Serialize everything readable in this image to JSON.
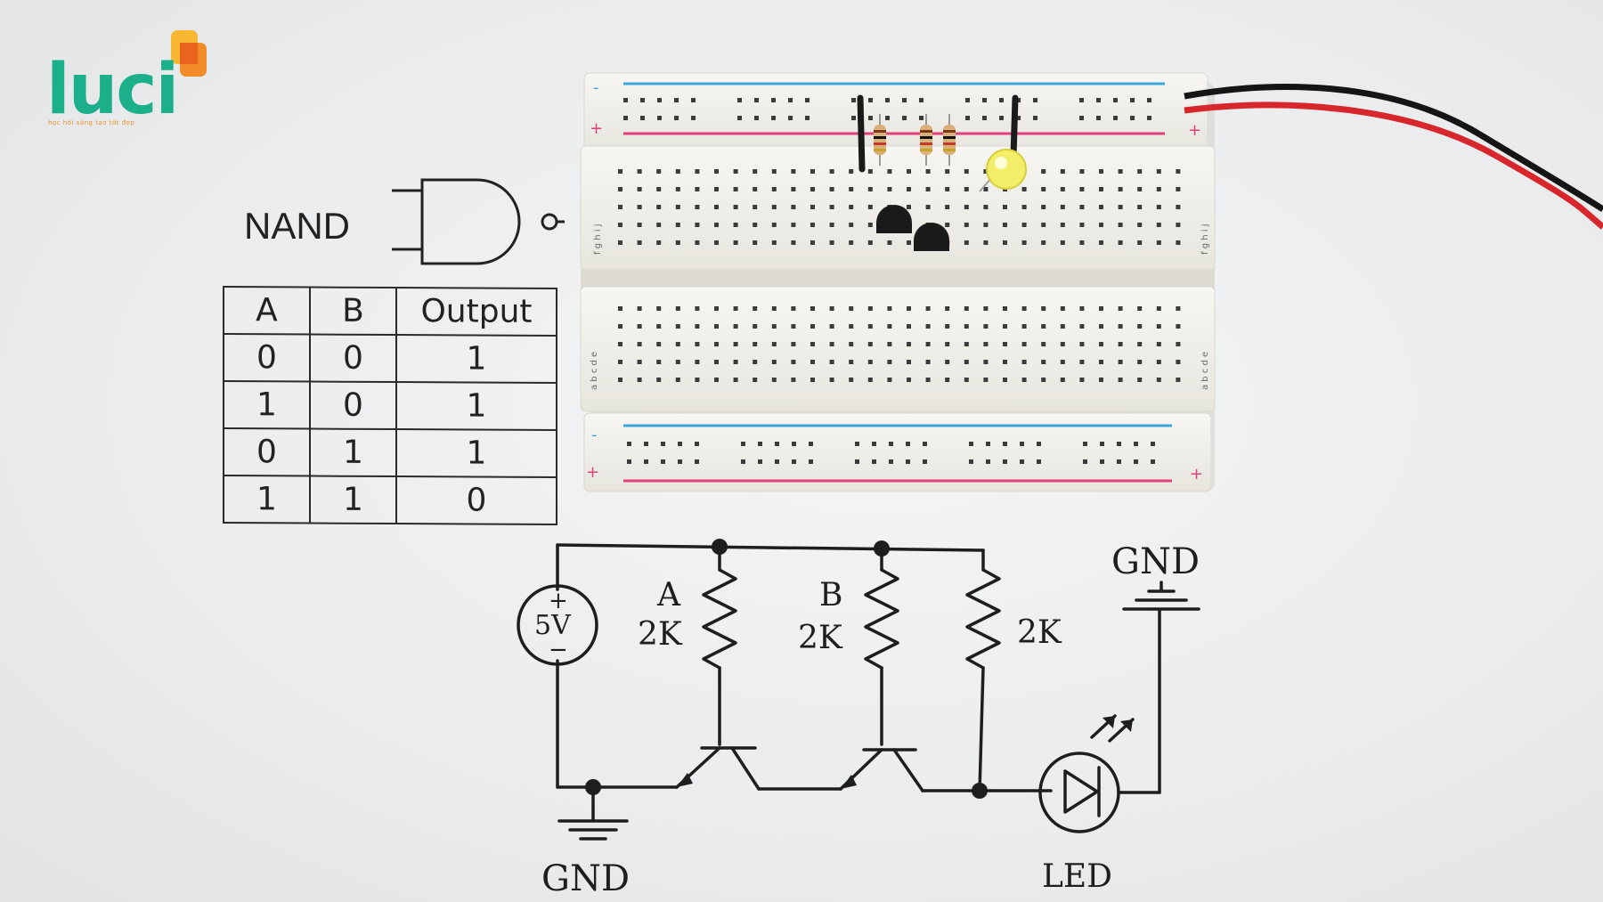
{
  "logo": {
    "text": "luci",
    "tagline": "học hỏi sáng tạo tốt đẹp"
  },
  "gate": {
    "label": "NAND"
  },
  "truth_table": {
    "headers": [
      "A",
      "B",
      "Output"
    ],
    "rows": [
      [
        "0",
        "0",
        "1"
      ],
      [
        "1",
        "0",
        "1"
      ],
      [
        "0",
        "1",
        "1"
      ],
      [
        "1",
        "1",
        "0"
      ]
    ]
  },
  "breadboard": {
    "rail_plus": "+",
    "rail_minus": "-",
    "row_letters_top": "f g h i j",
    "row_letters_bottom": "a b c d e",
    "column_count": 30
  },
  "schematic": {
    "source_label": "5V",
    "source_plus": "+",
    "source_minus": "−",
    "resistor_a_name": "A",
    "resistor_a_value": "2K",
    "resistor_b_name": "B",
    "resistor_b_value": "2K",
    "resistor_c_value": "2K",
    "ground_top_label": "GND",
    "ground_bottom_label": "GND",
    "led_label": "LED"
  },
  "colors": {
    "logo_green": "#1bb08a",
    "logo_orange": "#f28c28",
    "rail_blue": "#3aa7dc",
    "rail_red": "#e2407a",
    "wire_red": "#d7262c",
    "led_yellow": "#f3ee6a"
  }
}
